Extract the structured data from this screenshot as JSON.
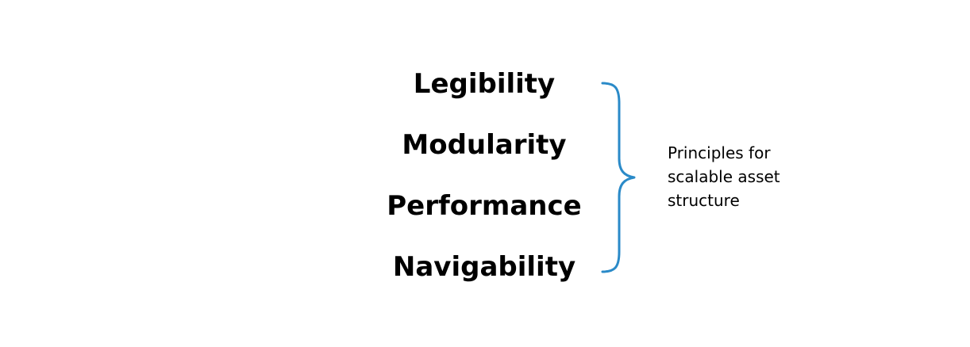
{
  "principles": [
    {
      "label": "Legibility"
    },
    {
      "label": "Modularity"
    },
    {
      "label": "Performance"
    },
    {
      "label": "Navigability"
    }
  ],
  "caption": {
    "lines": [
      "Principles for",
      "scalable asset",
      "structure"
    ]
  },
  "colors": {
    "brace": "#2a8ac8",
    "text": "#000000",
    "background": "#ffffff"
  },
  "icons": {
    "brace": "right-curly-brace-icon"
  }
}
